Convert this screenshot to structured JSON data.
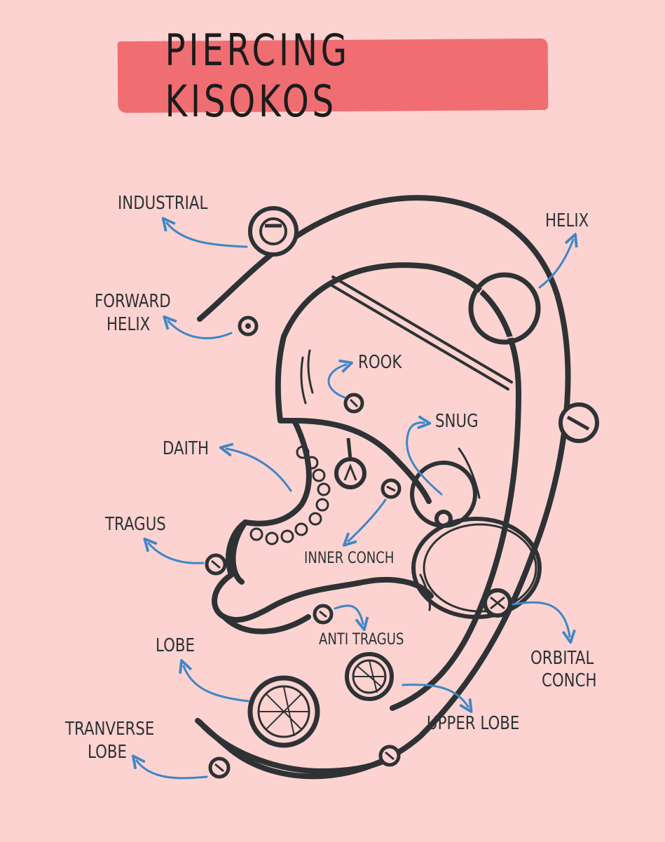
{
  "title": "PIERCING KISOKOS",
  "colors": {
    "background": "#fcd3d1",
    "banner": "#f06e72",
    "outline": "#2e3234",
    "arrow": "#3f86c4"
  },
  "labels": {
    "industrial": "INDUSTRIAL",
    "helix": "HELIX",
    "forward_helix_1": "FORWARD",
    "forward_helix_2": "HELIX",
    "rook": "ROOK",
    "snug": "SNUG",
    "daith": "DAITH",
    "tragus": "TRAGUS",
    "inner_conch": "INNER CONCH",
    "anti_tragus": "ANTI TRAGUS",
    "lobe": "LOBE",
    "orbital_conch_1": "ORBITAL",
    "orbital_conch_2": "CONCH",
    "upper_lobe": "UPPER LOBE",
    "transverse_lobe_1": "TRANVERSE",
    "transverse_lobe_2": "LOBE"
  }
}
